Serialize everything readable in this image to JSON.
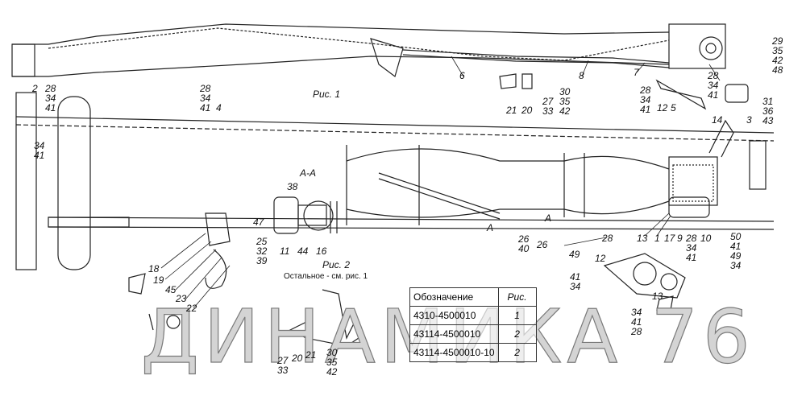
{
  "figures": {
    "fig1": "Рис. 1",
    "fig2": "Рис. 2",
    "fig2_note": "Остальное - см. рис. 1",
    "section": "А-А",
    "arrow_a1": "А",
    "arrow_a2": "А"
  },
  "callouts": [
    "29\n35\n42\n48",
    "28\n34\n41",
    "6",
    "8",
    "7",
    "2",
    "28\n34\n41",
    "34\n41",
    "28\n34\n41",
    "4",
    "21",
    "20",
    "27\n33",
    "30\n35\n42",
    "28\n34\n41",
    "12",
    "5",
    "14",
    "3",
    "31\n36\n43",
    "38",
    "47",
    "25\n32\n39",
    "11",
    "44",
    "16",
    "26\n40",
    "26",
    "28",
    "13",
    "1",
    "17",
    "9",
    "28\n34\n41",
    "10",
    "50\n41\n49\n34",
    "49",
    "12",
    "41\n34",
    "13",
    "34\n41\n28",
    "18",
    "19",
    "45",
    "23",
    "22",
    "27\n33",
    "20",
    "21",
    "30\n35\n42"
  ],
  "table": {
    "headers": [
      "Обозначение",
      "Рис."
    ],
    "rows": [
      [
        "4310-4500010",
        "1"
      ],
      [
        "43114-4500010",
        "2"
      ],
      [
        "43114-4500010-10",
        "2"
      ]
    ]
  },
  "watermark": "ДИНАМИКА 76"
}
